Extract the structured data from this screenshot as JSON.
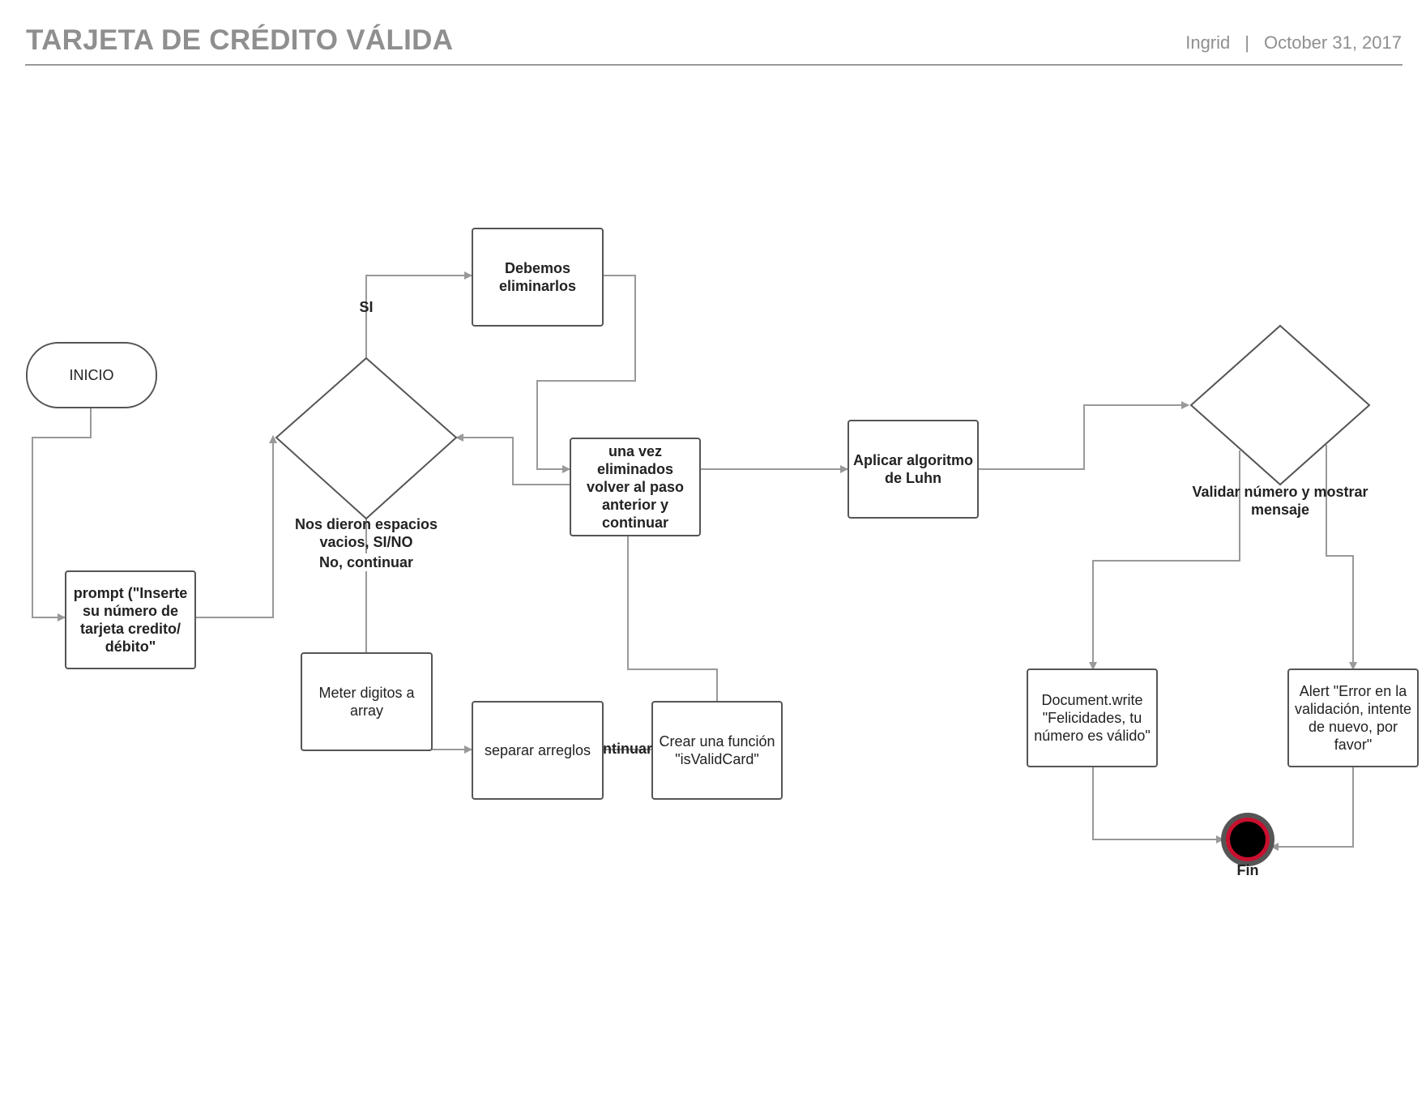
{
  "header": {
    "title": "TARJETA DE CRÉDITO VÁLIDA",
    "author": "Ingrid",
    "separator": "|",
    "date": "October 31, 2017"
  },
  "nodes": {
    "inicio": "INICIO",
    "prompt": "prompt (\"Inserte su número de tarjeta credito/ débito\"",
    "debemos": "Debemos eliminarlos",
    "una_vez": "una vez eliminados volver al paso anterior y continuar",
    "aplicar": "Aplicar algoritmo de Luhn",
    "meter": "Meter digitos a array",
    "separar": "separar arreglos",
    "crear": "Crear una función \"isValidCard\"",
    "document_write": "Document.write \"Felicidades, tu número es válido\"",
    "alert": "Alert \"Error en la validación, intente de nuevo, por favor\""
  },
  "labels": {
    "si": "SI",
    "decision1": "Nos dieron espacios vacios, SI/NO",
    "no_continuar": "No, continuar",
    "continuar_partial": "ntinuar",
    "decision2": "Validar número y mostrar mensaje",
    "fin": "Fin"
  },
  "colors": {
    "connector": "#999999",
    "node_border": "#555555",
    "end_ring": "#c8102e",
    "end_fill": "#000000",
    "end_outer": "#555555"
  }
}
